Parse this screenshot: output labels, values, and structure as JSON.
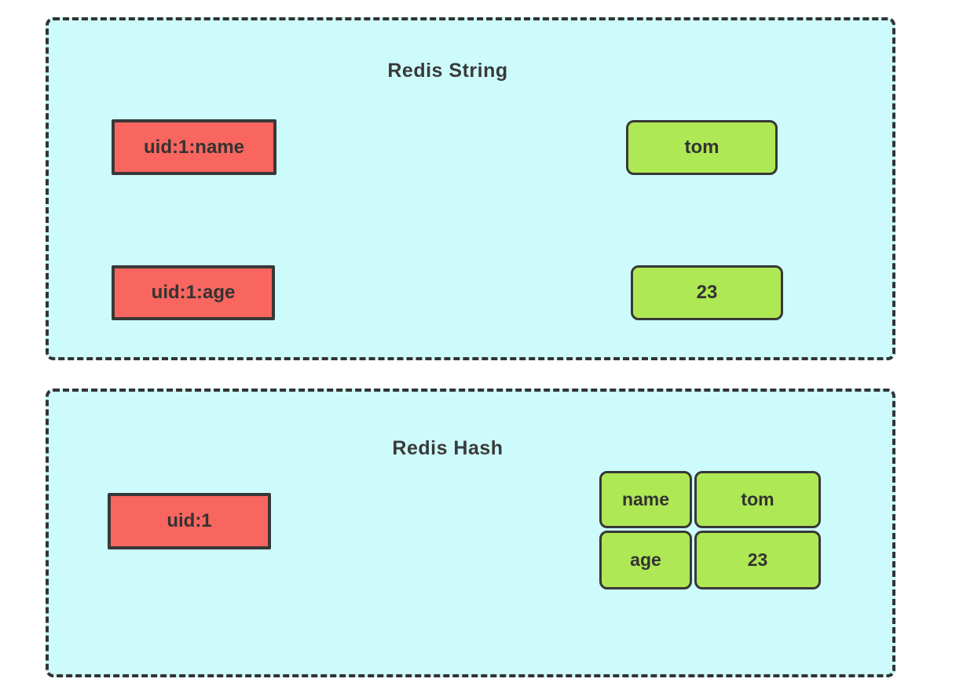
{
  "diagram": {
    "panels": [
      {
        "title": "Redis String",
        "entries": [
          {
            "key": "uid:1:name",
            "value": "tom"
          },
          {
            "key": "uid:1:age",
            "value": "23"
          }
        ]
      },
      {
        "title": "Redis Hash",
        "key": "uid:1",
        "fields": [
          {
            "name": "name",
            "value": "tom"
          },
          {
            "name": "age",
            "value": "23"
          }
        ]
      }
    ],
    "colors": {
      "panel_background": "#cdfbfc",
      "panel_border": "#333333",
      "key_box_fill": "#f8665f",
      "value_box_fill": "#aee854",
      "line_color": "#3a3a3a",
      "text_color": "#333333"
    }
  }
}
